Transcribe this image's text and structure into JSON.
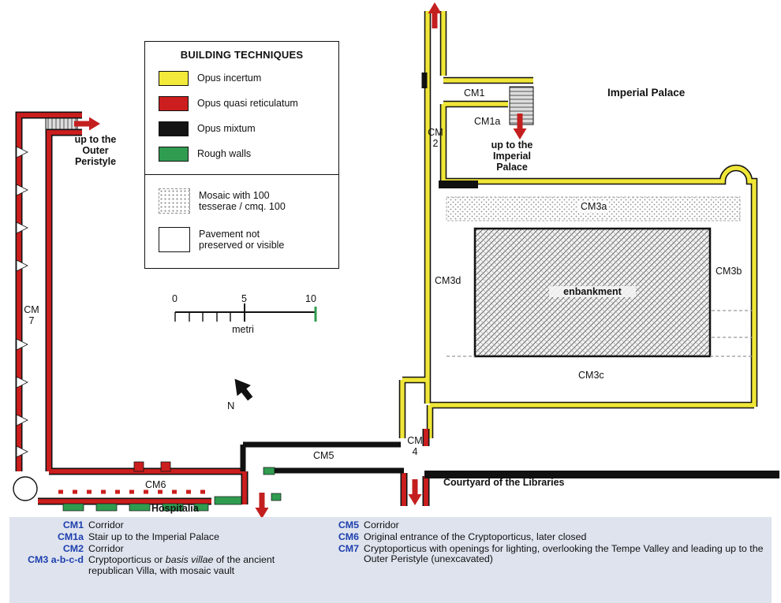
{
  "figure": {
    "bg": "#ffffff",
    "key_bg": "#dee3ee"
  },
  "legend": {
    "title": "BUILDING TECHNIQUES",
    "items": [
      {
        "label": "Opus incertum",
        "color": "#f2e93a"
      },
      {
        "label": "Opus quasi reticulatum",
        "color": "#cc1e1e"
      },
      {
        "label": "Opus mixtum",
        "color": "#141414"
      },
      {
        "label": "Rough walls",
        "color": "#2f9c50"
      },
      {
        "label": "Mosaic with 100 tesserae / cmq. 100",
        "swatch": "mosaic-dots"
      },
      {
        "label": "Pavement not preserved or visible",
        "swatch": "plain-white"
      }
    ]
  },
  "scale_bar": {
    "tick_0": "0",
    "tick_5": "5",
    "tick_10": "10",
    "unit": "metri"
  },
  "north_arrow": {
    "label": "N"
  },
  "plan_labels": {
    "up_outer_peristyle": "up to the Outer Peristyle",
    "cm7": "CM 7",
    "cm6": "CM6",
    "hospitalia": "Hospitalia",
    "cm5": "CM5",
    "cm4": "CM 4",
    "courtyard": "Courtyard of the Libraries",
    "cm1": "CM1",
    "cm1a": "CM1a",
    "cm2": "CM 2",
    "up_imperial_palace": "up to the Imperial Palace",
    "imperial_palace": "Imperial Palace",
    "cm3a": "CM3a",
    "cm3b": "CM3b",
    "cm3c": "CM3c",
    "cm3d": "CM3d",
    "enbankment": "enbankment"
  },
  "key": {
    "code_color": "#1d3fae",
    "entries": [
      {
        "code": "CM1",
        "pre": "Corridor",
        "italic": "",
        "post": ""
      },
      {
        "code": "CM1a",
        "pre": "Stair up to the Imperial Palace",
        "italic": "",
        "post": ""
      },
      {
        "code": "CM2",
        "pre": "Corridor",
        "italic": "",
        "post": ""
      },
      {
        "code": "CM3 a-b-c-d",
        "pre": "Cryptoporticus or ",
        "italic": "basis villae",
        "post": " of the ancient republican Villa, with mosaic vault"
      },
      {
        "code": "CM5",
        "pre": "Corridor",
        "italic": "",
        "post": ""
      },
      {
        "code": "CM6",
        "pre": "Original entrance of the Cryptoporticus, later closed",
        "italic": "",
        "post": ""
      },
      {
        "code": "CM7",
        "pre": "Cryptoporticus with openings for lighting, overlooking the Tempe Valley and leading up to the Outer Peristyle (unexcavated)",
        "italic": "",
        "post": ""
      }
    ]
  }
}
